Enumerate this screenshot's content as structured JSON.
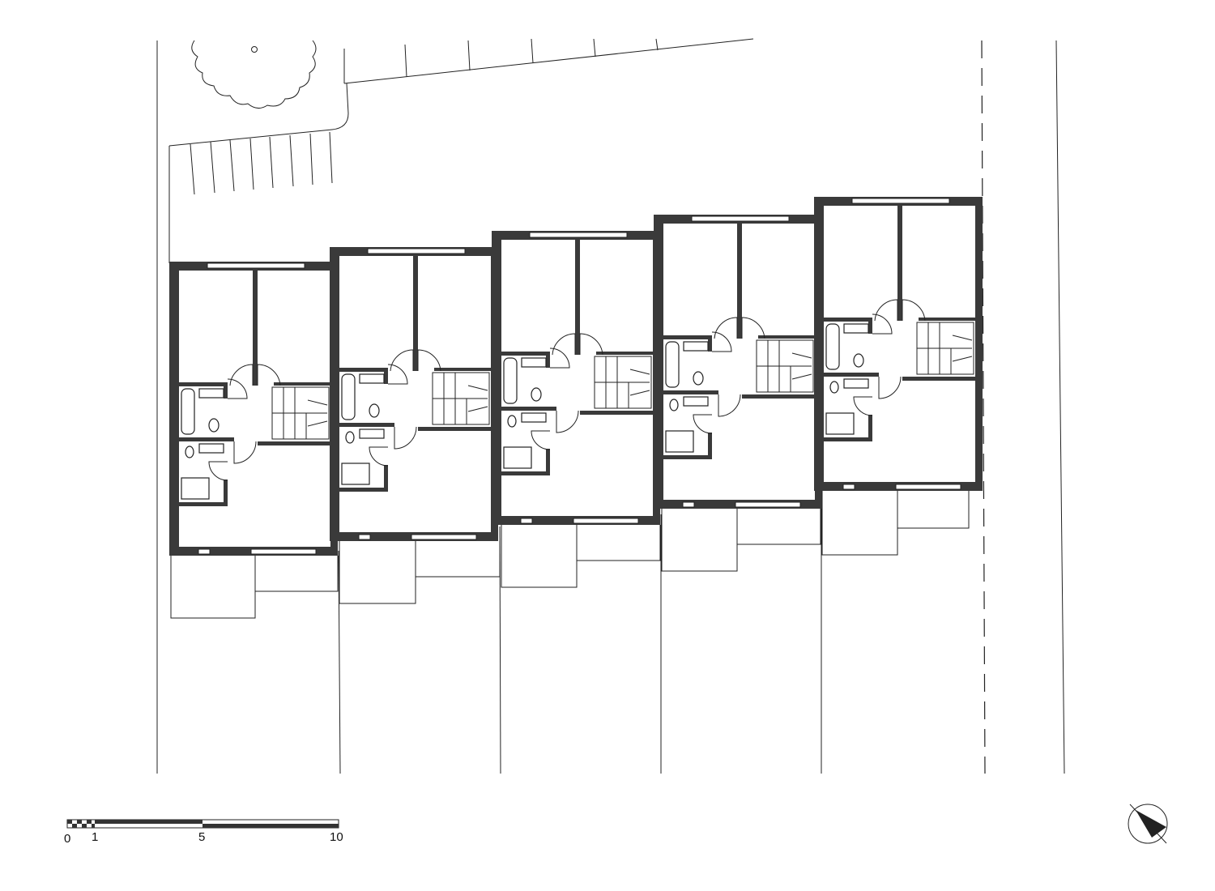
{
  "drawing": {
    "type": "floor plan",
    "units_shown": 5
  },
  "scale_bar": {
    "labels": [
      "0",
      "1",
      "5",
      "10"
    ]
  },
  "north_arrow": {
    "icon": "north-arrow-icon"
  },
  "colors": {
    "wall": "#3a3a3a",
    "line": "#222222",
    "background": "#ffffff"
  }
}
